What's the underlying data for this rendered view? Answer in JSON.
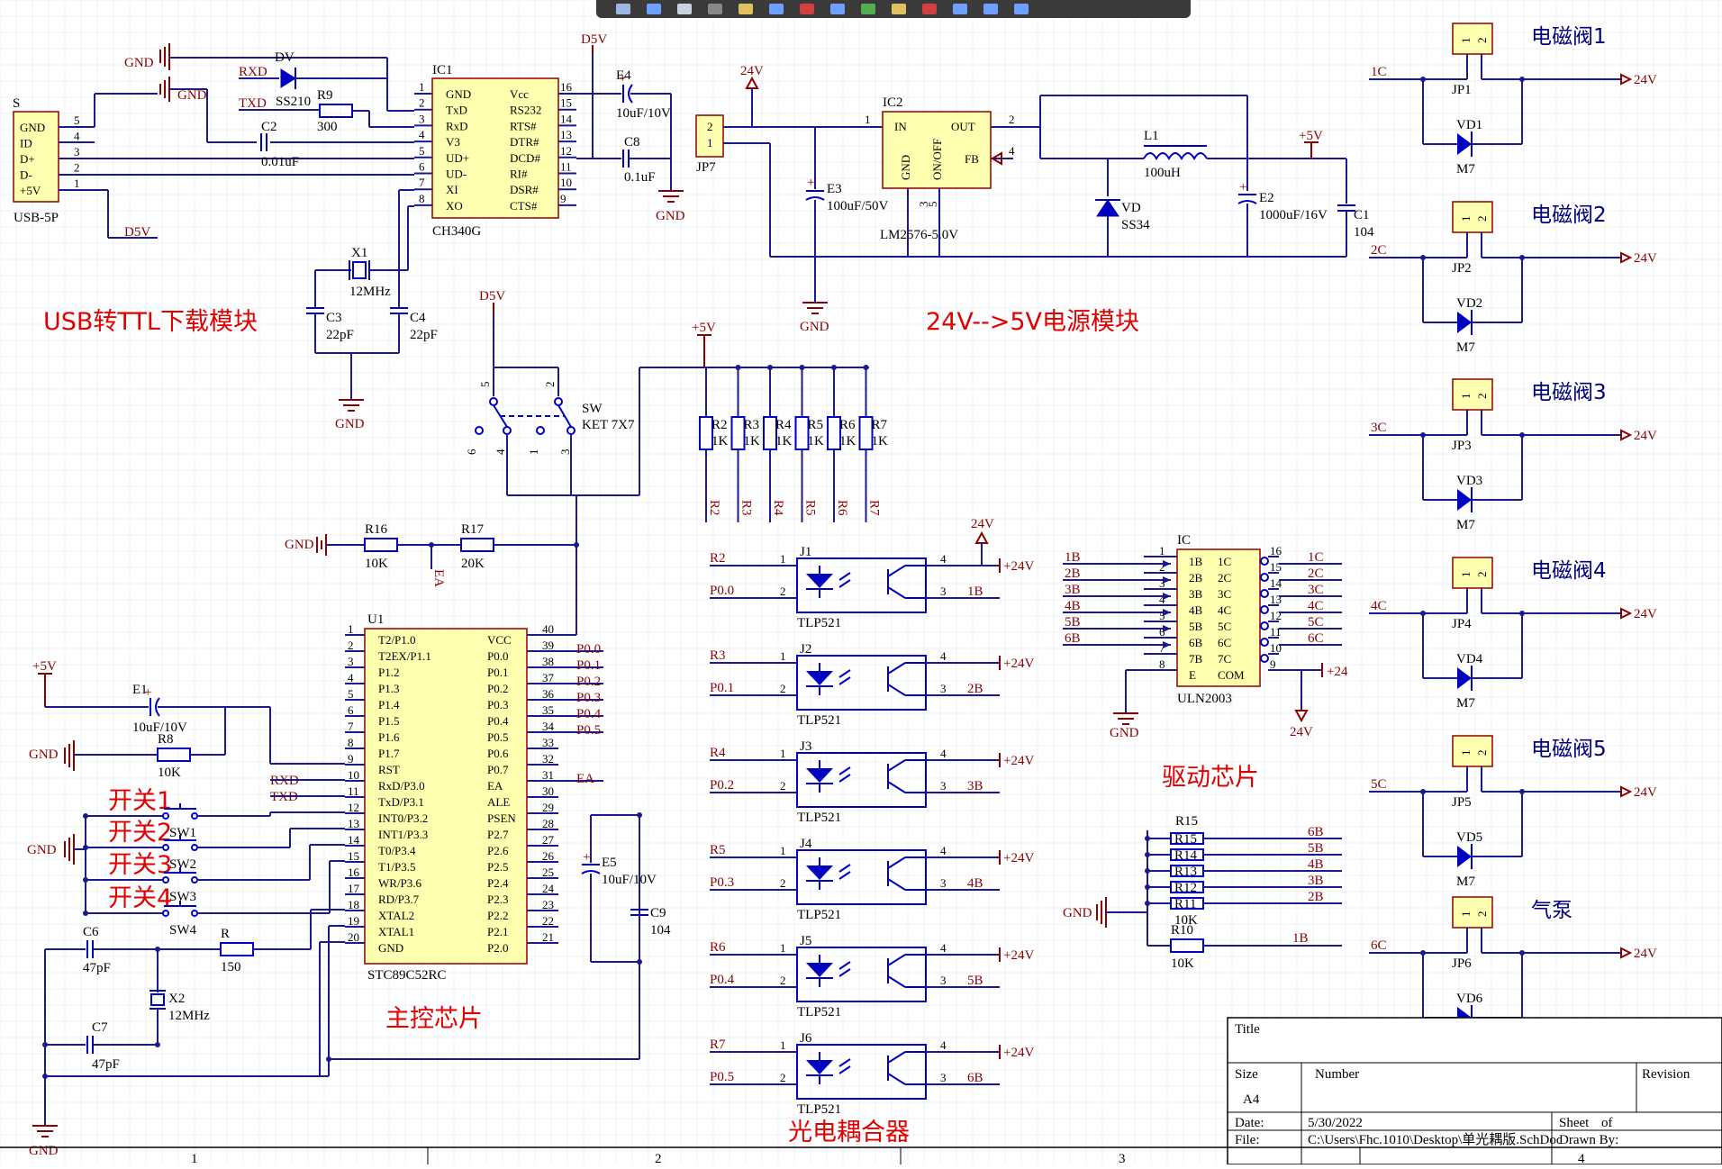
{
  "toolbar": {
    "icons": [
      "pointer-icon",
      "move-icon",
      "select-icon",
      "align-icon",
      "part-icon",
      "wire-icon",
      "bus-icon",
      "power-icon",
      "gnd-icon",
      "port-icon",
      "sheet-icon",
      "noerc-icon",
      "text-icon",
      "arc-icon"
    ]
  },
  "sections": {
    "usb": "USB转TTL下载模块",
    "power": "24V-->5V电源模块",
    "mcu": "主控芯片",
    "opto": "光电耦合器",
    "driver": "驱动芯片"
  },
  "valves": [
    "电磁阀1",
    "电磁阀2",
    "电磁阀3",
    "电磁阀4",
    "电磁阀5",
    "气泵"
  ],
  "valve_blocks": [
    {
      "jp": "JP1",
      "vd": "VD1",
      "in": "1C"
    },
    {
      "jp": "JP2",
      "vd": "VD2",
      "in": "2C"
    },
    {
      "jp": "JP3",
      "vd": "VD3",
      "in": "3C"
    },
    {
      "jp": "JP4",
      "vd": "VD4",
      "in": "4C"
    },
    {
      "jp": "JP5",
      "vd": "VD5",
      "in": "5C"
    },
    {
      "jp": "JP6",
      "vd": "VD6",
      "in": "6C"
    }
  ],
  "labels": {
    "m7": "M7",
    "v24": "24V",
    "p24": "+24V",
    "p24s": "+24",
    "p5": "+5V",
    "gnd": "GND",
    "d5v": "D5V",
    "usb_des": "S",
    "usb_part": "USB-5P",
    "usb_pins": [
      "GND",
      "ID",
      "D+",
      "D-",
      "+5V"
    ],
    "ic1": "IC1",
    "ic1_part": "CH340G",
    "ic1_left": [
      "GND",
      "TxD",
      "RxD",
      "V3",
      "UD+",
      "UD-",
      "XI",
      "XO"
    ],
    "ic1_right": [
      "Vcc",
      "RS232",
      "RTS#",
      "DTR#",
      "DCD#",
      "RI#",
      "DSR#",
      "CTS#"
    ],
    "ic2": "IC2",
    "ic2_part": "LM2576-5.0V",
    "ic2_in": "IN",
    "ic2_out": "OUT",
    "ic2_gnd": "GND",
    "ic2_on": "ON/OFF",
    "ic2_fb": "FB",
    "jp7": "JP7",
    "e3": "E3",
    "e3v": "100uF/50V",
    "vd": "VD",
    "vdv": "SS34",
    "l1": "L1",
    "l1v": "100uH",
    "e2": "E2",
    "e2v": "1000uF/16V",
    "c1": "C1",
    "c1v": "104",
    "dv": "DV",
    "dvv": "SS210",
    "r9": "R9",
    "r9v": "300",
    "c2": "C2",
    "c2v": "0.01uF",
    "e4": "E4",
    "e4v": "10uF/10V",
    "c8": "C8",
    "c8v": "0.1uF",
    "x1": "X1",
    "x1v": "12MHz",
    "c3": "C3",
    "c3v": "22pF",
    "c4": "C4",
    "c4v": "22pF",
    "rxd": "RXD",
    "txd": "TXD",
    "sw": "SW",
    "swv": "KET 7X7",
    "r_pull": [
      "R2",
      "R3",
      "R4",
      "R5",
      "R6",
      "R7"
    ],
    "rk": "1K",
    "r16": "R16",
    "r16v": "10K",
    "r17": "R17",
    "r17v": "20K",
    "ea": "EA",
    "u1": "U1",
    "u1_part": "STC89C52RC",
    "u1_left": [
      "T2/P1.0",
      "T2EX/P1.1",
      "P1.2",
      "P1.3",
      "P1.4",
      "P1.5",
      "P1.6",
      "P1.7",
      "RST",
      "RxD/P3.0",
      "TxD/P3.1",
      "INT0/P3.2",
      "INT1/P3.3",
      "T0/P3.4",
      "T1/P3.5",
      "WR/P3.6",
      "RD/P3.7",
      "XTAL2",
      "XTAL1",
      "GND"
    ],
    "u1_right": [
      "VCC",
      "P0.0",
      "P0.1",
      "P0.2",
      "P0.3",
      "P0.4",
      "P0.5",
      "P0.6",
      "P0.7",
      "EA",
      "ALE",
      "PSEN",
      "P2.7",
      "P2.6",
      "P2.5",
      "P2.4",
      "P2.3",
      "P2.2",
      "P2.1",
      "P2.0"
    ],
    "u1_rnets": [
      "P0.0",
      "P0.1",
      "P0.2",
      "P0.3",
      "P0.4",
      "P0.5"
    ],
    "e1": "E1",
    "e1v": "10uF/10V",
    "r8": "R8",
    "r8v": "10K",
    "switches": [
      "开关1",
      "开关2",
      "开关3",
      "开关4"
    ],
    "sw_des": [
      "SW1",
      "SW2",
      "SW3",
      "SW4"
    ],
    "c6": "C6",
    "c6v": "47pF",
    "c7": "C7",
    "c7v": "47pF",
    "r": "R",
    "rv": "150",
    "x2": "X2",
    "x2v": "12MHz",
    "e5": "E5",
    "e5v": "10uF/10V",
    "c9": "C9",
    "c9v": "104",
    "opto": [
      {
        "j": "J1",
        "r": "R2",
        "p": "P0.0",
        "o": "1B"
      },
      {
        "j": "J2",
        "r": "R3",
        "p": "P0.1",
        "o": "2B"
      },
      {
        "j": "J3",
        "r": "R4",
        "p": "P0.2",
        "o": "3B"
      },
      {
        "j": "J4",
        "r": "R5",
        "p": "P0.3",
        "o": "4B"
      },
      {
        "j": "J5",
        "r": "R6",
        "p": "P0.4",
        "o": "5B"
      },
      {
        "j": "J6",
        "r": "R7",
        "p": "P0.5",
        "o": "6B"
      }
    ],
    "tlp": "TLP521",
    "uln": "IC",
    "uln_part": "ULN2003",
    "uln_left": [
      "1B",
      "2B",
      "3B",
      "4B",
      "5B",
      "6B",
      "7B",
      "E"
    ],
    "uln_right": [
      "1C",
      "2C",
      "3C",
      "4C",
      "5C",
      "6C",
      "7C",
      "COM"
    ],
    "uln_in": [
      "1B",
      "2B",
      "3B",
      "4B",
      "5B",
      "6B"
    ],
    "uln_out": [
      "1C",
      "2C",
      "3C",
      "4C",
      "5C",
      "6C"
    ],
    "rnet_des": [
      "R15",
      "R14",
      "R13",
      "R12",
      "R11"
    ],
    "rnet_nets": [
      "6B",
      "5B",
      "4B",
      "3B",
      "2B"
    ],
    "r10": "R10",
    "r10v": "10K",
    "r10net": "1B",
    "rk10": "10K"
  },
  "title_block": {
    "title": "Title",
    "size": "Size",
    "size_v": "A4",
    "number": "Number",
    "revision": "Revision",
    "date": "Date:",
    "date_v": "5/30/2022",
    "sheet": "Sheet",
    "of": "of",
    "file": "File:",
    "file_v": "C:\\Users\\Fhc.1010\\Desktop\\单光耦版.SchDoc",
    "drawn": "Drawn By:"
  },
  "ruler": [
    "1",
    "2",
    "3",
    "4"
  ]
}
